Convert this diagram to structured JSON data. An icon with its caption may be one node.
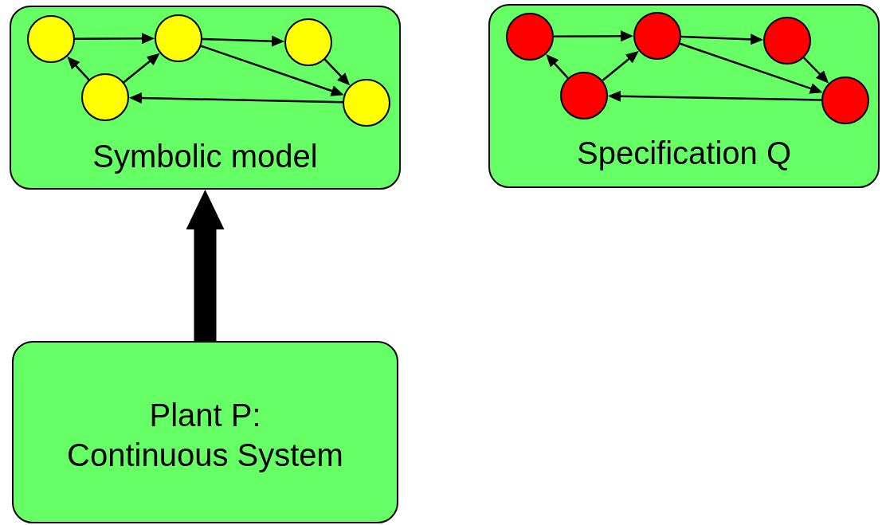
{
  "diagram": {
    "nodes": [
      {
        "text": [
          "Symbolic model"
        ]
      },
      {
        "text": [],
        "shape": "circle",
        "in": 0
      },
      {
        "text": [],
        "shape": "circle",
        "in": 0
      },
      {
        "text": [],
        "shape": "circle",
        "in": 0
      },
      {
        "text": [],
        "shape": "circle",
        "in": 0
      },
      {
        "text": [],
        "shape": "circle",
        "in": 0
      },
      {
        "text": [
          "Specification Q"
        ]
      },
      {
        "text": [],
        "shape": "circle",
        "in": 6
      },
      {
        "text": [],
        "shape": "circle",
        "in": 6
      },
      {
        "text": [],
        "shape": "circle",
        "in": 6
      },
      {
        "text": [],
        "shape": "circle",
        "in": 6
      },
      {
        "text": [],
        "shape": "circle",
        "in": 6
      },
      {
        "text": [
          "Plant  P: Continuous System"
        ]
      }
    ],
    "edges": [
      {
        "from": 1,
        "to": 3,
        "arrow": "to"
      },
      {
        "from": 3,
        "to": 4,
        "arrow": "to"
      },
      {
        "from": 3,
        "to": 5,
        "arrow": "to"
      },
      {
        "from": 4,
        "to": 5,
        "arrow": "to"
      },
      {
        "from": 5,
        "to": 2,
        "arrow": "to"
      },
      {
        "from": 2,
        "to": 1,
        "arrow": "to"
      },
      {
        "from": 2,
        "to": 3,
        "arrow": "to"
      },
      {
        "from": 7,
        "to": 9,
        "arrow": "to"
      },
      {
        "from": 9,
        "to": 10,
        "arrow": "to"
      },
      {
        "from": 9,
        "to": 11,
        "arrow": "to"
      },
      {
        "from": 10,
        "to": 11,
        "arrow": "to"
      },
      {
        "from": 11,
        "to": 8,
        "arrow": "to"
      },
      {
        "from": 8,
        "to": 7,
        "arrow": "to"
      },
      {
        "from": 8,
        "to": 9,
        "arrow": "to"
      },
      {
        "from": 12,
        "to": 0,
        "arrow": "to",
        "style": "thick"
      }
    ]
  }
}
